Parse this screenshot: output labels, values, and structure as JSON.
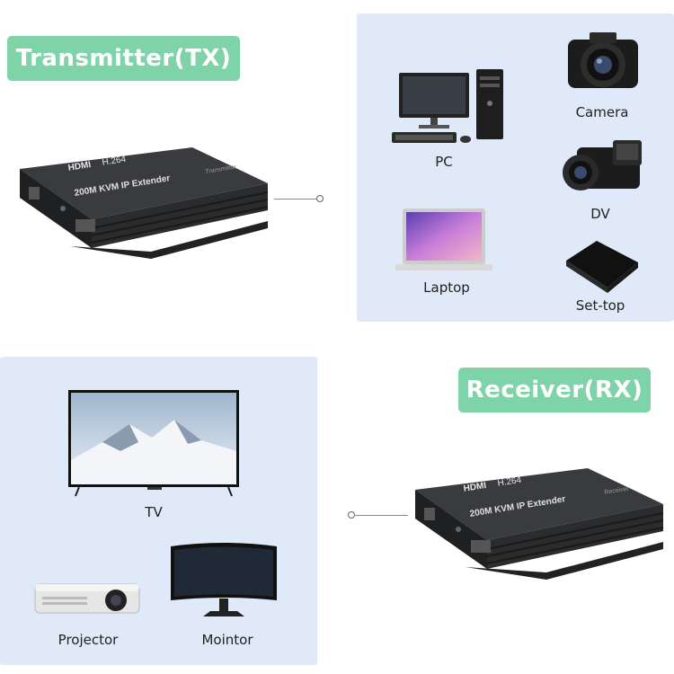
{
  "transmitter": {
    "title": "Transmitter(TX)",
    "device": {
      "brand": "HDMI",
      "codec": "H.264",
      "model": "200M KVM IP Extender",
      "role": "Transmitter"
    }
  },
  "receiver": {
    "title": "Receiver(RX)",
    "device": {
      "brand": "HDMI",
      "codec": "H.264",
      "model": "200M KVM IP Extender",
      "role": "Receiver"
    }
  },
  "sources": [
    {
      "id": "pc",
      "label": "PC"
    },
    {
      "id": "camera",
      "label": "Camera"
    },
    {
      "id": "dv",
      "label": "DV"
    },
    {
      "id": "laptop",
      "label": "Laptop"
    },
    {
      "id": "settop",
      "label": "Set-top"
    }
  ],
  "displays": [
    {
      "id": "tv",
      "label": "TV"
    },
    {
      "id": "projector",
      "label": "Projector"
    },
    {
      "id": "monitor",
      "label": "Mointor"
    }
  ],
  "colors": {
    "accent": "#7fd3a9",
    "panel": "#dfe9f7",
    "device": "#2b2c2e"
  }
}
